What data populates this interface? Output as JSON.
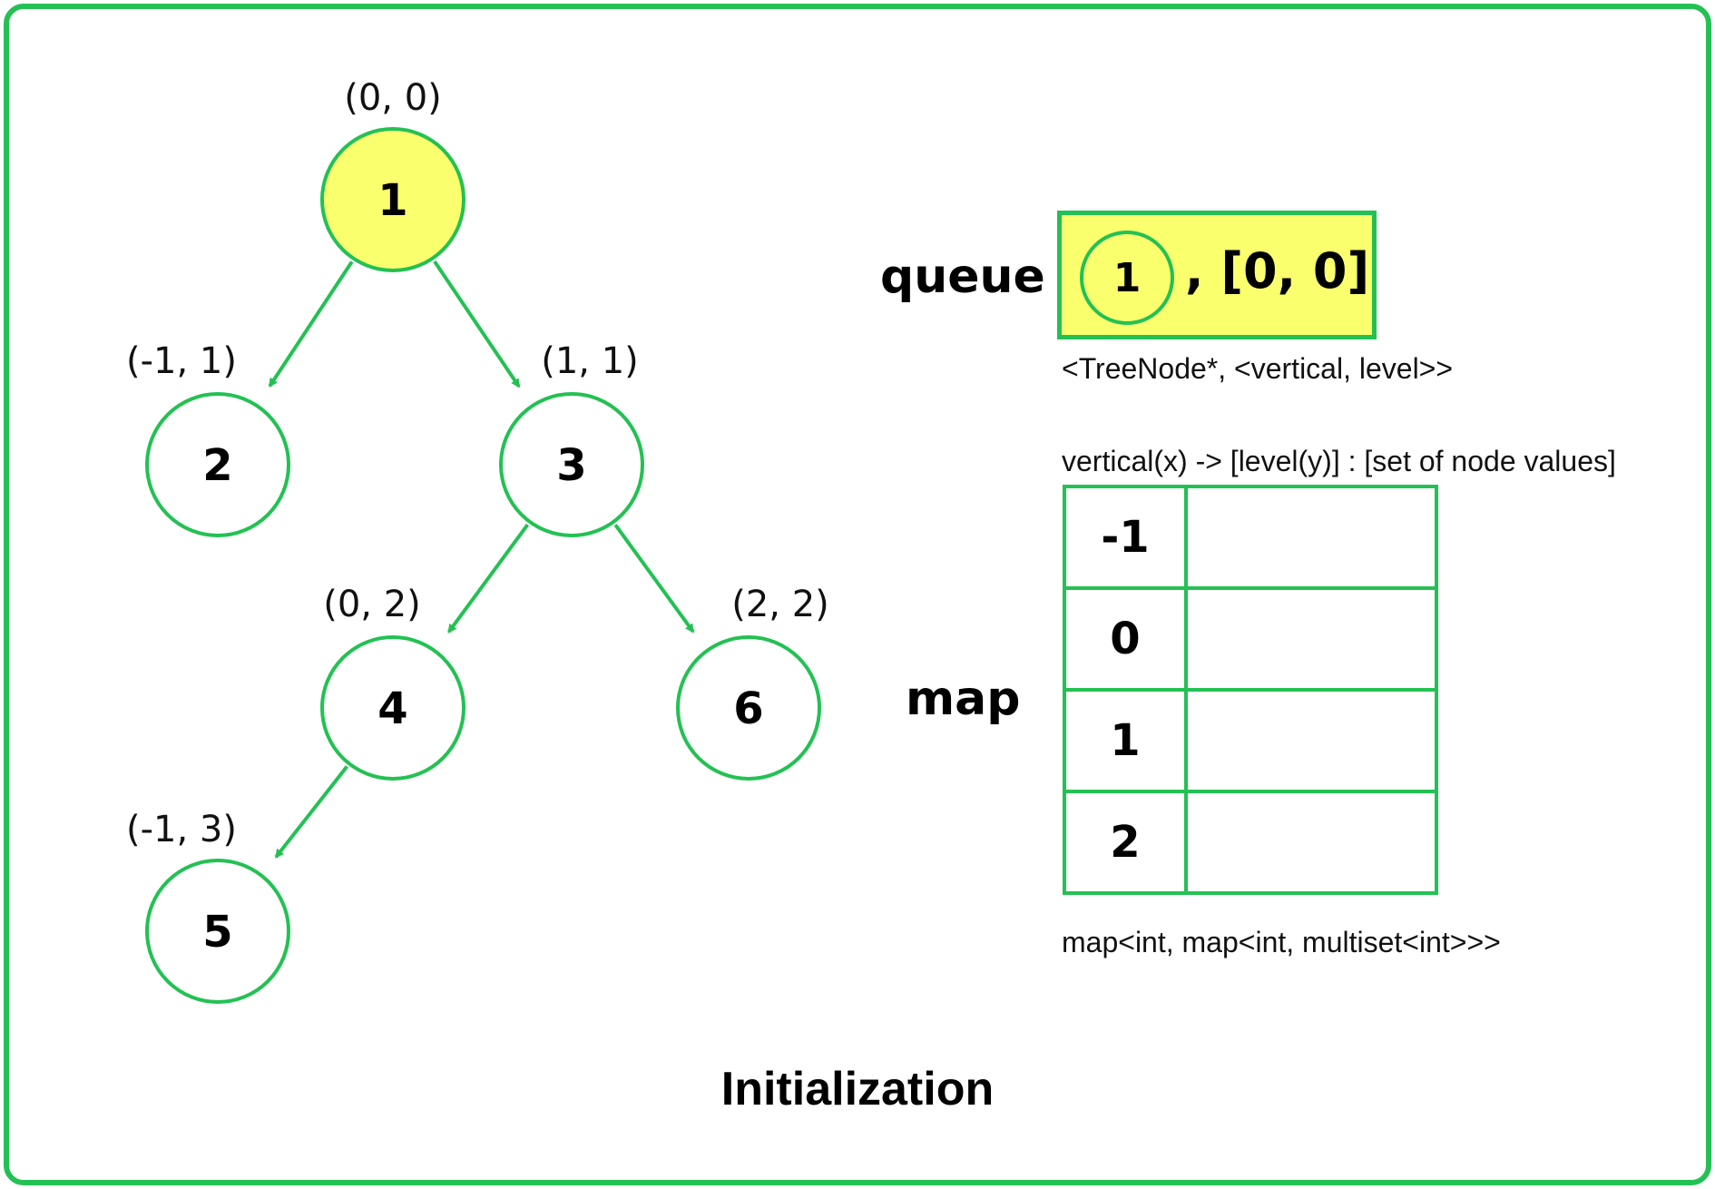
{
  "tree": {
    "nodes": [
      {
        "id": "n1",
        "value": "1",
        "coord": "(0, 0)",
        "highlight": true
      },
      {
        "id": "n2",
        "value": "2",
        "coord": "(-1, 1)",
        "highlight": false
      },
      {
        "id": "n3",
        "value": "3",
        "coord": "(1, 1)",
        "highlight": false
      },
      {
        "id": "n4",
        "value": "4",
        "coord": "(0, 2)",
        "highlight": false
      },
      {
        "id": "n6",
        "value": "6",
        "coord": "(2, 2)",
        "highlight": false
      },
      {
        "id": "n5",
        "value": "5",
        "coord": "(-1, 3)",
        "highlight": false
      }
    ],
    "edges": [
      {
        "from": "n1",
        "to": "n2"
      },
      {
        "from": "n1",
        "to": "n3"
      },
      {
        "from": "n3",
        "to": "n4"
      },
      {
        "from": "n3",
        "to": "n6"
      },
      {
        "from": "n4",
        "to": "n5"
      }
    ]
  },
  "queue": {
    "label": "queue",
    "node_value": "1",
    "entry_suffix": ", [0, 0]",
    "type_note": "<TreeNode*, <vertical, level>>"
  },
  "map": {
    "label": "map",
    "header_note": "vertical(x) -> [level(y)] : [set of node values]",
    "rows": [
      {
        "key": "-1",
        "value": ""
      },
      {
        "key": "0",
        "value": ""
      },
      {
        "key": "1",
        "value": ""
      },
      {
        "key": "2",
        "value": ""
      }
    ],
    "type_note": "map<int, map<int, multiset<int>>>"
  },
  "caption": "Initialization",
  "colors": {
    "green": "#23c153",
    "highlight": "#faff6e"
  }
}
